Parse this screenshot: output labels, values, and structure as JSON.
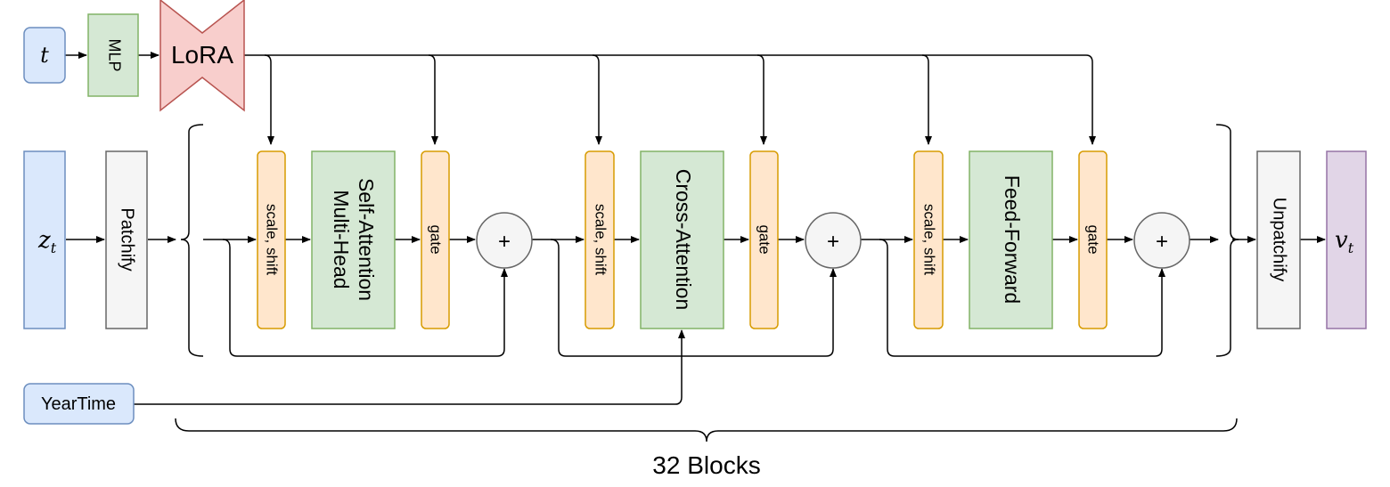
{
  "inputs": {
    "t": "t",
    "z": "z",
    "z_sub": "t",
    "yeartime": "YearTime"
  },
  "cond": {
    "mlp": "MLP",
    "lora": "LoRA"
  },
  "stages": {
    "patchify": "Patchify",
    "unpatchify": "Unpatchify"
  },
  "output": {
    "v": "v",
    "v_sub": "t"
  },
  "block": {
    "scale_shift_1": "scale, shift",
    "self_attention_line1": "Self-Attention",
    "self_attention_line2": "Multi-Head",
    "gate_1": "gate",
    "plus_1": "+",
    "scale_shift_2": "scale, shift",
    "cross_attention": "Cross-Attention",
    "gate_2": "gate",
    "plus_2": "+",
    "scale_shift_3": "scale, shift",
    "feed_forward": "Feed-Forward",
    "gate_3": "gate",
    "plus_3": "+"
  },
  "repeat_label": "32 Blocks",
  "colors": {
    "blue_fill": "#dae8fc",
    "blue_stroke": "#6c8ebf",
    "green_fill": "#d5e8d4",
    "green_stroke": "#82b366",
    "orange_fill": "#ffe6cc",
    "orange_stroke": "#d79b00",
    "red_fill": "#f8cecc",
    "red_stroke": "#b85450",
    "gray_fill": "#f5f5f5",
    "gray_stroke": "#666666",
    "purple_fill": "#e1d5e7",
    "purple_stroke": "#9673a6"
  }
}
